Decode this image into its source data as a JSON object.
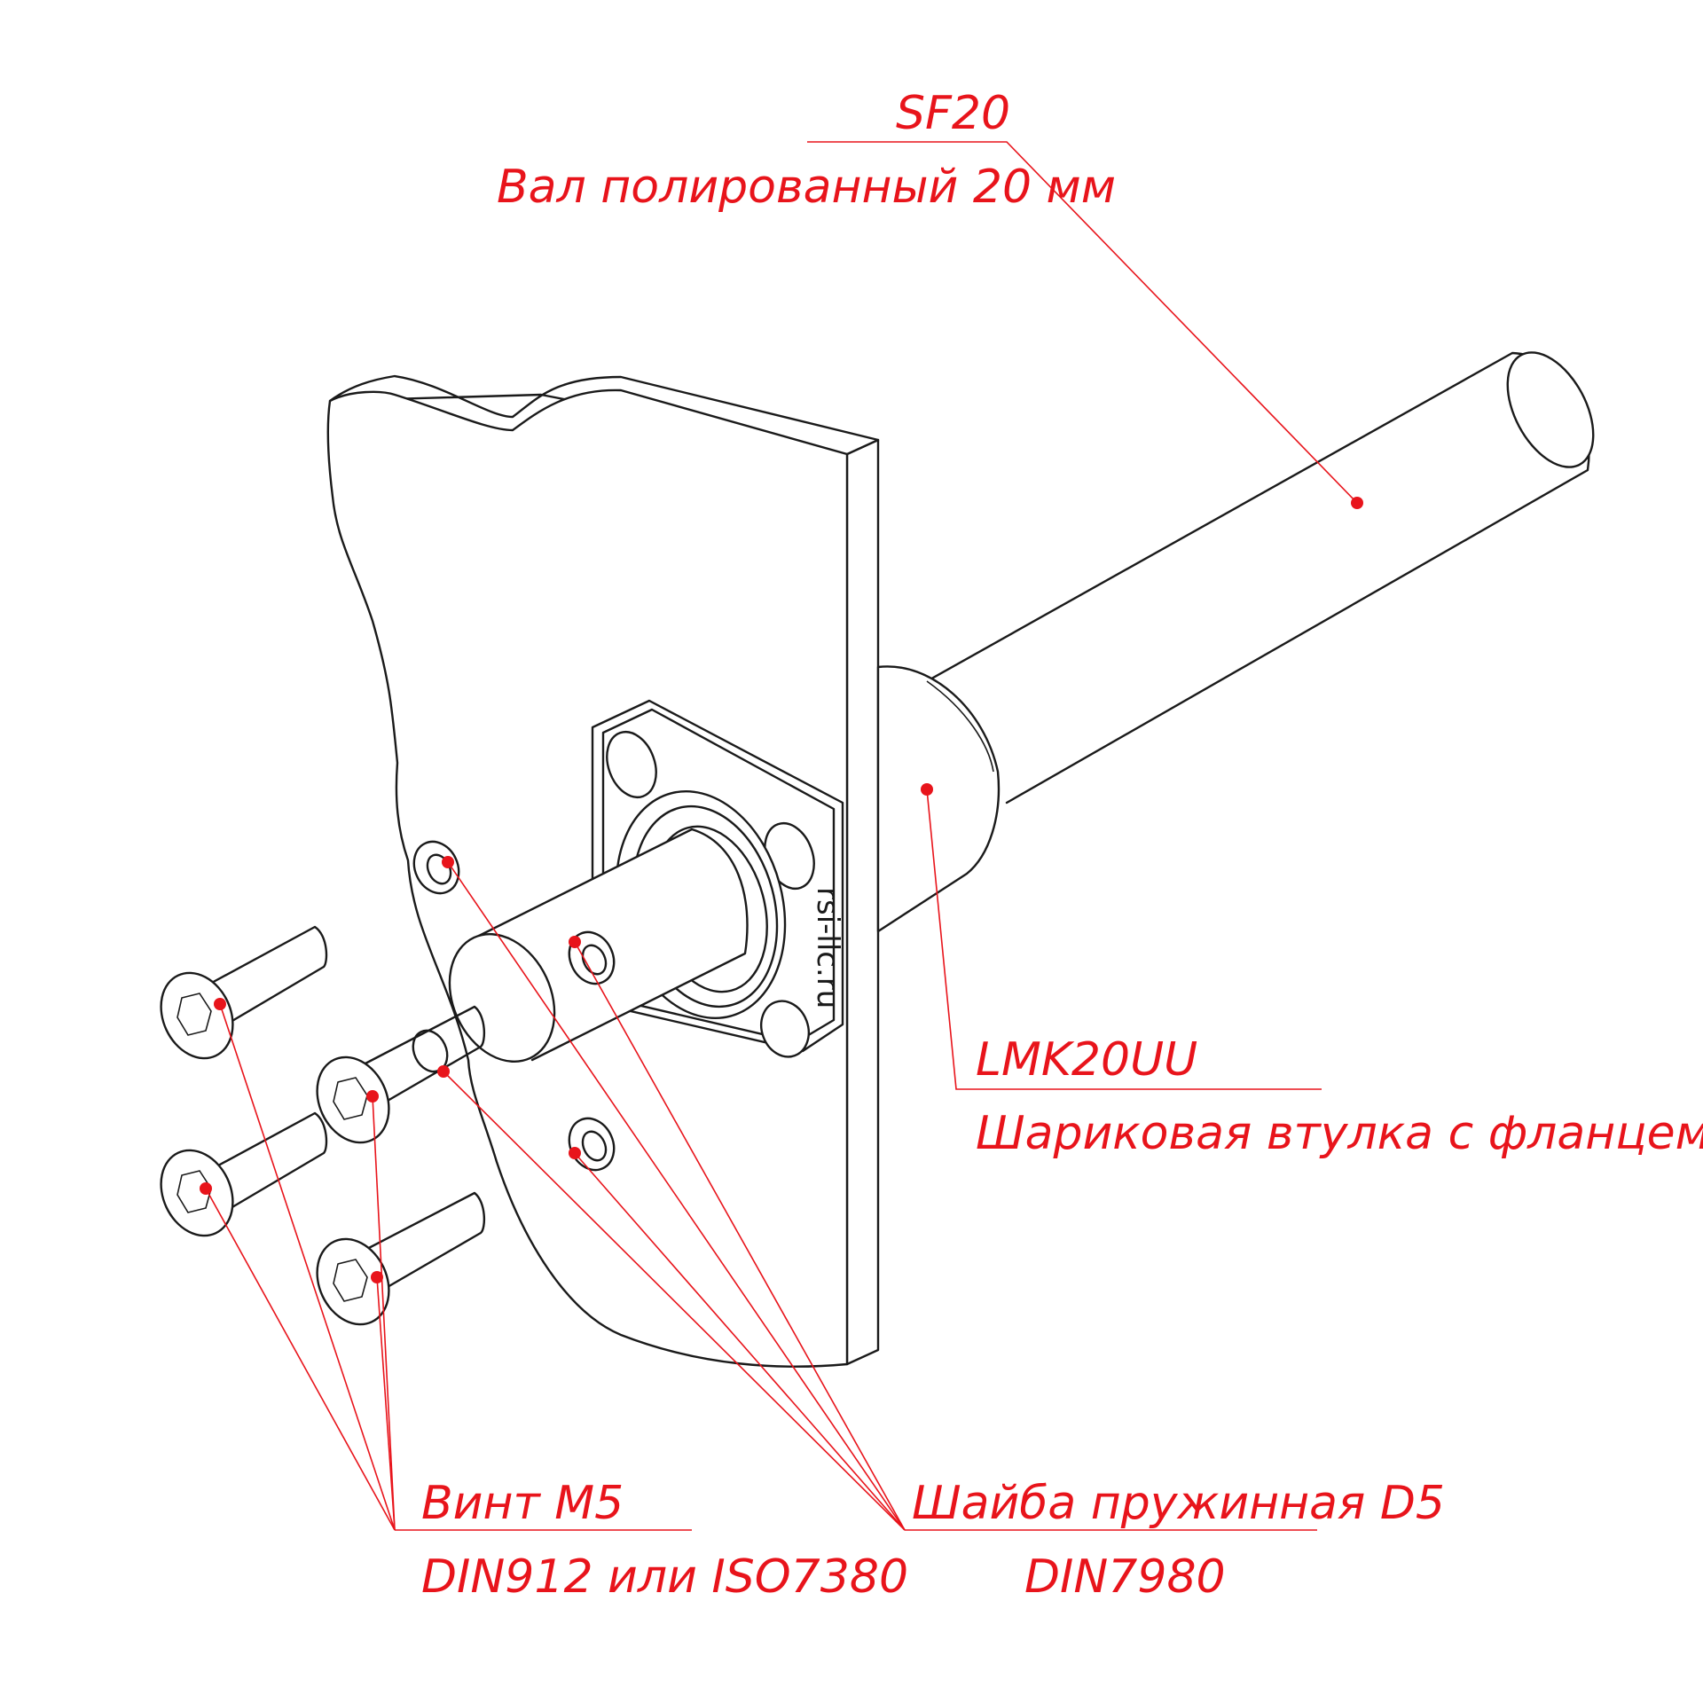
{
  "labels": {
    "shaft": {
      "code": "SF20",
      "name": "Вал полированный 20 мм"
    },
    "bushing": {
      "code": "LMK20UU",
      "name": "Шариковая втулка с фланцем"
    },
    "screw": {
      "code": "Винт М5",
      "name": "DIN912 или ISO7380"
    },
    "washer": {
      "code": "Шайба пружинная D5",
      "name": "DIN7980"
    }
  },
  "flange_marking": "rsi-llc.ru",
  "colors": {
    "annotation": "#e8141b",
    "line": "#1a1a1a",
    "background": "#ffffff"
  }
}
